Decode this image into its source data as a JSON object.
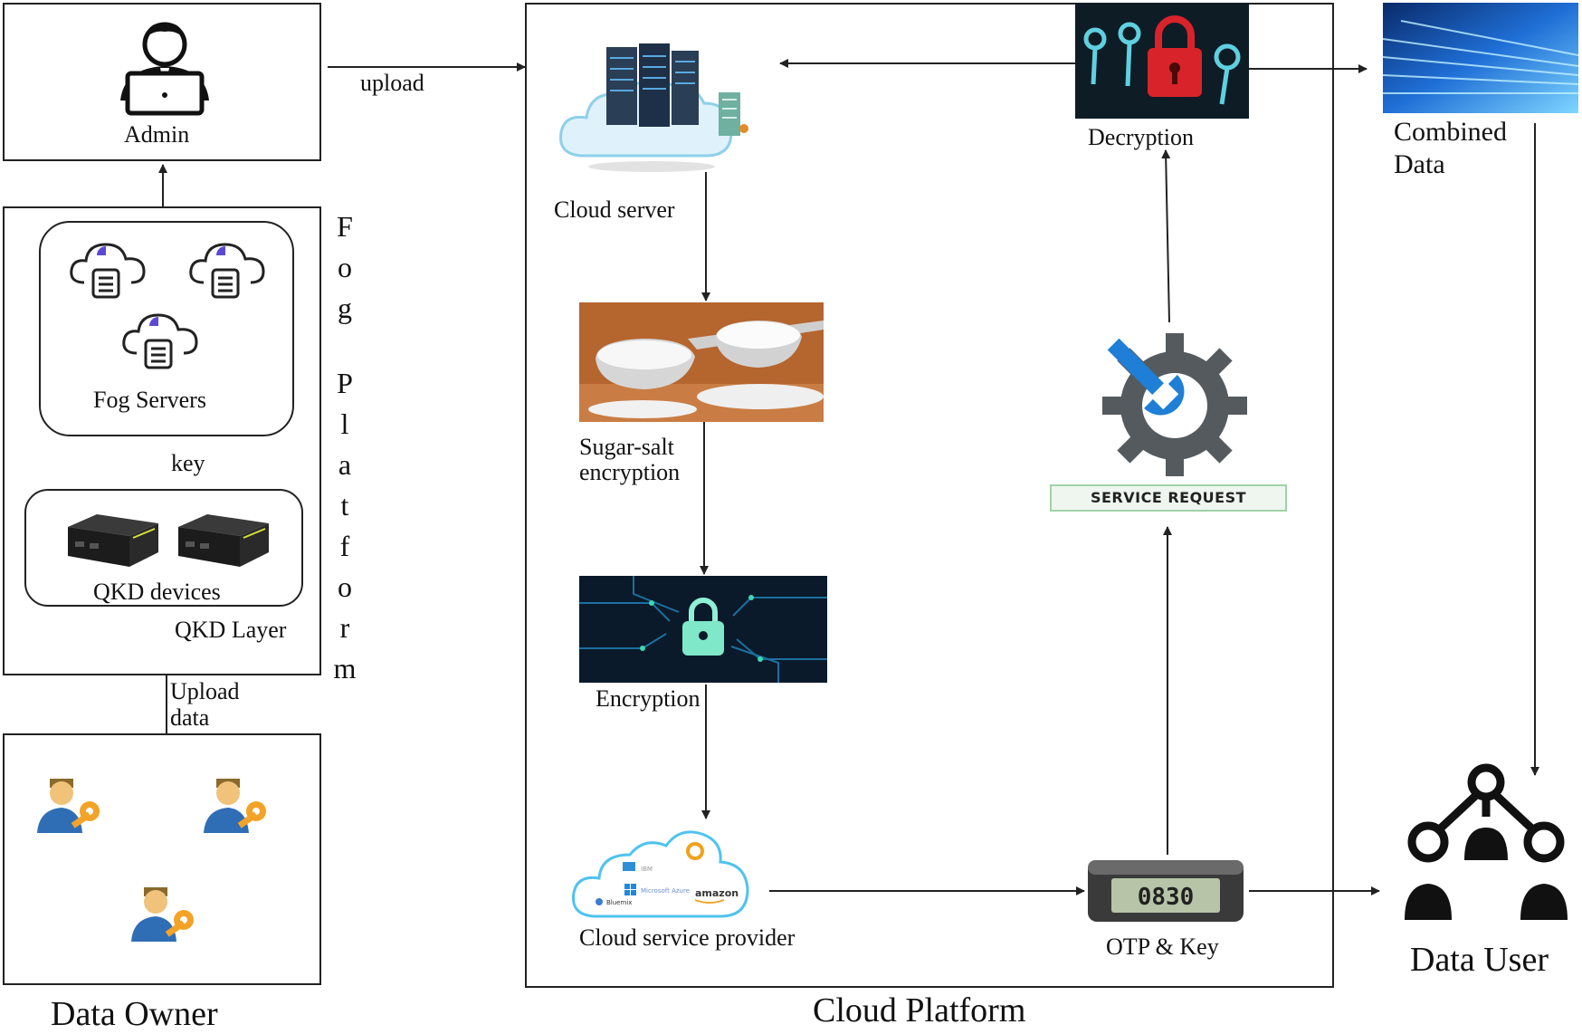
{
  "panels": {
    "admin": {
      "label": "Admin"
    },
    "fog": {
      "servers_label": "Fog Servers",
      "qkd_label": "QKD devices",
      "qkd_layer": "QKD Layer",
      "vertical_title": [
        "F",
        "o",
        "g",
        "",
        "P",
        "l",
        "a",
        "t",
        "f",
        "o",
        "r",
        "m"
      ]
    },
    "data_owner": {
      "title": "Data Owner"
    },
    "cloud": {
      "title": "Cloud Platform"
    },
    "data_user": {
      "title": "Data User"
    }
  },
  "flow_labels": {
    "upload": "upload",
    "key": "key",
    "upload_data": [
      "Upload",
      "data"
    ]
  },
  "cloud_nodes": {
    "cloud_server": "Cloud server",
    "sugar_salt": [
      "Sugar-salt",
      "encryption"
    ],
    "encryption": "Encryption",
    "csp": "Cloud service provider",
    "otp": "OTP & Key",
    "service_request": "SERVICE REQUEST",
    "decryption": "Decryption"
  },
  "combined": [
    "Combined",
    "Data"
  ],
  "csp_logos": [
    "Microsoft Azure",
    "amazon",
    "Bluemix"
  ],
  "otp_display": "0830",
  "colors": {
    "line": "#222222",
    "lock_red": "#d8232a",
    "gear": "#555a5e",
    "wrench": "#1f7fd6",
    "key_orange": "#f3a327",
    "user_blue": "#2f6db5"
  }
}
